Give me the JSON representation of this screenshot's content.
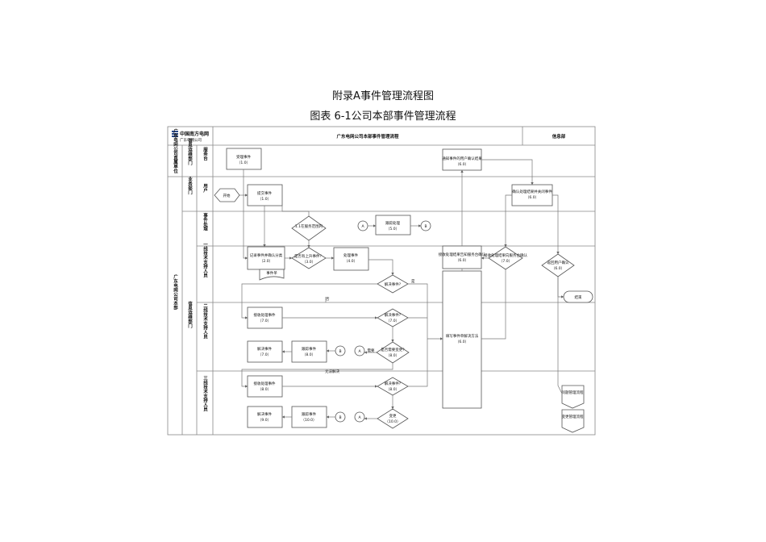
{
  "titles": {
    "appendix": "附录A事件管理流程图",
    "figure": "图表 6-1公司本部事件管理流程"
  },
  "header": {
    "logo_main": "中国南方电网",
    "logo_sub": "广东电网公司",
    "title": "广东电网公司本部事件管理流程",
    "right": "信息部"
  },
  "lanes": {
    "org_top": "广东电网公司直属单位",
    "org_main": "广东电网公司本部",
    "dept_ops_top": "信息运维部门",
    "dept_business": "业务部门",
    "dept_ops_main": "信息运维部门",
    "role_service": "服务台",
    "role_user": "用户",
    "role_event": "事件处理",
    "role_l1": "一线技术支持人员",
    "role_l2": "二线技术支持人员",
    "role_l3": "三线技术支持人员"
  },
  "nodes": {
    "start": "开始",
    "end": "结束",
    "accept": "受理事件",
    "accept_code": "（1.0）",
    "submit": "提交事件",
    "submit_code": "（1.0）",
    "record": "记录事件并确认分类",
    "record_code": "（2.0）",
    "event_doc": "事件单",
    "within_scope": "1.1在服务范围内",
    "escalate_mgmt": "是否有上升事件？",
    "escalate_code": "（3.0）",
    "initial": "处理事件",
    "initial_code": "（4.0）",
    "connector_a1": "A",
    "connector_b1": "B",
    "trace": "跟踪处理",
    "trace_code": "（5.0）",
    "l1_resolved": "解决事件?",
    "l2_handle": "接收处理事件",
    "l2_handle_code": "（7.0）",
    "l2_resolved": "解决事件?",
    "l2_resolved_code": "（7.0）",
    "l2_solve": "解决事件",
    "l2_solve_code": "（7.0）",
    "l2_track": "跟踪事件",
    "l2_track_code": "（8.0）",
    "connector_b2": "B",
    "connector_a2": "A",
    "l2_change_q": "是否需要变更?",
    "l2_change_q_code": "（8.0）",
    "l2_yes": "需要",
    "no_resolve": "无法解决",
    "l3_handle": "接收处理事件",
    "l3_handle_code": "（8.0）",
    "l3_resolved": "解决事件?",
    "l3_resolved_code": "（8.0）",
    "l3_solve": "解决事件",
    "l3_solve_code": "（9.0）",
    "l3_track": "跟踪事件",
    "l3_track_code": "（10.0）",
    "connector_b3": "B",
    "connector_a3": "A",
    "l3_change": "变更",
    "l3_change_code": "（10.0）",
    "notify_user": "通知事件的用户确认结果",
    "notify_user_code": "（6.0）",
    "confirm_close": "确认处理结果并关闭事件",
    "confirm_close_code": "（6.0）",
    "l1_close_q": "接收处理结果向服务台确认",
    "l1_close_q_code": "（7.0）",
    "l1_reply": "接收处理结果告知服务台确认",
    "l1_reply_code": "（6.0）",
    "fill_report": "填写事件单解决方法",
    "fill_report_code": "（6.0）",
    "return_user": "返回用户确认",
    "return_user_code": "（6.0）",
    "problem": "问题管理流程",
    "change": "变更管理流程",
    "label_no": "否",
    "label_yes": "是"
  }
}
